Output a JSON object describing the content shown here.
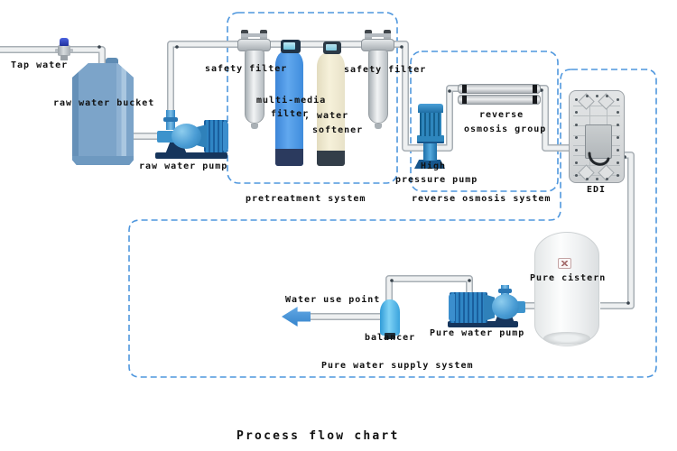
{
  "title": "Process flow chart",
  "labels": {
    "tap_water": "Tap water",
    "raw_water_bucket": "raw water bucket",
    "raw_water_pump": "raw water pump",
    "safety_filter_left": "safety filter",
    "safety_filter_right": "safety filter",
    "multi_media_line1": "multi-media",
    "multi_media_line2": "filter",
    "softener_line1": ", water",
    "softener_line2": "softener",
    "pretreatment_system": "pretreatment system",
    "high_pressure_line1": "High",
    "high_pressure_line2": "pressure pump",
    "ro_group_line1": "reverse",
    "ro_group_line2": "osmosis group",
    "ro_system": "reverse osmosis system",
    "edi": "EDI",
    "pure_cistern": "Pure cistern",
    "pure_water_pump": "Pure water pump",
    "balancer": "balancer",
    "water_use_point": "Water use point",
    "pure_supply_system": "Pure water supply system"
  },
  "colors": {
    "dashed_box_blue": "#4f97de",
    "pipe_fill": "#eef0f1",
    "pipe_border": "#a8afb5",
    "label_text": "#111111",
    "arrow_blue": "#3584cc",
    "bucket_blue": "#7ca4c9",
    "media_filter_blue": "#4a90e2",
    "softener_cream": "#f0ecd2",
    "pump_blue": "#2f85c4",
    "pump_base_navy": "#16355c",
    "balancer_blue": "#4cb4ea",
    "valve_cap_blue": "#2a3fb8",
    "steel_gray": "#d3d7da"
  },
  "icons": {
    "gauge": "cistern level gauge",
    "arrow": "water outlet arrow"
  }
}
